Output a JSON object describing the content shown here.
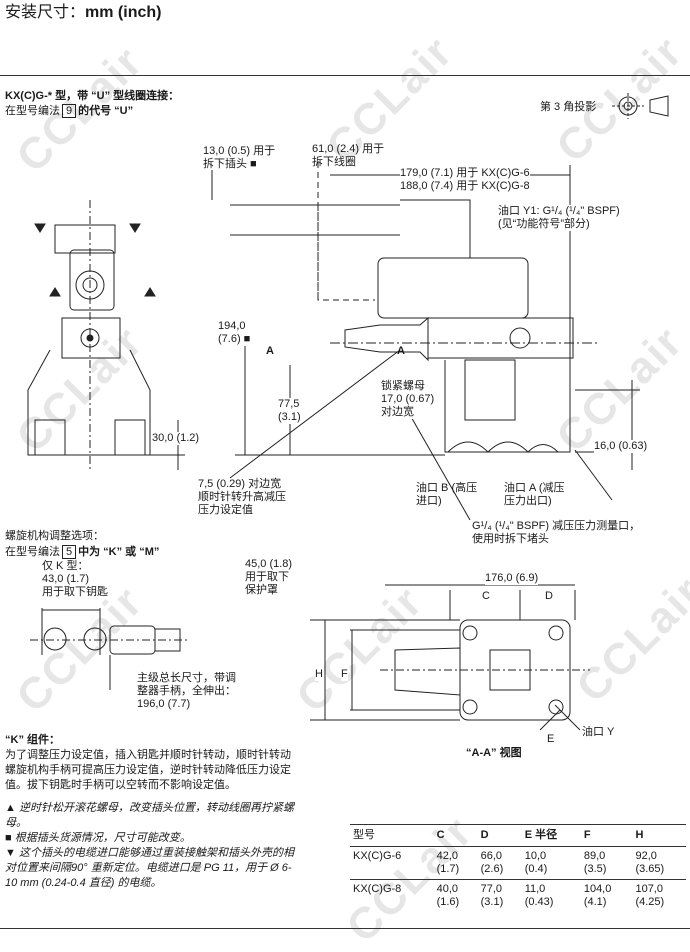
{
  "title": {
    "prefix": "安装尺寸：",
    "unit": "mm (inch)"
  },
  "watermark": "CCLair",
  "header": {
    "line1": "KX(C)G-* 型，带 “U” 型线圈连接：",
    "line2_pre": "在型号编法",
    "line2_box": "9",
    "line2_post": "的代号 “U”"
  },
  "projection": {
    "label": "第 3 角投影"
  },
  "labels": {
    "plug_removal": [
      "13,0 (0.5) 用于",
      "拆下插头 ■"
    ],
    "coil_removal": [
      "61,0 (2.4) 用于",
      "拆下线圈"
    ],
    "length": [
      "179,0 (7.1) 用于 KX(C)G-6",
      "188,0 (7.4) 用于 KX(C)G-8"
    ],
    "port_y1": [
      "油口 Y1: G¹/₄ (¹/₄\" BSPF)",
      "(见“功能符号”部分)"
    ],
    "height": [
      "194,0",
      "(7.6) ■"
    ],
    "section_a": "A",
    "dim_77": [
      "77,5",
      "(3.1)"
    ],
    "dim_30": "30,0 (1.2)",
    "locknut": [
      "锁紧螺母",
      "17,0 (0.67)",
      "对边宽"
    ],
    "dim_16": "16,0 (0.63)",
    "adjust": [
      "7,5 (0.29)  对边宽",
      "顺时针转升高减压",
      "压力设定值"
    ],
    "port_b": [
      "油口 B (高压",
      "进口)"
    ],
    "port_a": [
      "油口 A (减压",
      "压力出口)"
    ],
    "gauge_port": [
      "G¹/₄ (¹/₄\" BSPF) 减压压力测量口，",
      "使用时拆下堵头"
    ],
    "option_title": "螺旋机构调整选项：",
    "option_line_pre": "在型号编法",
    "option_box": "5",
    "option_line_post": "中为 “K” 或 “M”",
    "key_only": [
      "仅 K 型：",
      "43,0 (1.7)",
      "用于取下钥匙"
    ],
    "cover": [
      "45,0 (1.8)",
      "用于取下",
      "保护罩"
    ],
    "overall": [
      "主级总长尺寸，带调",
      "整器手柄，全伸出：",
      "196,0 (7.7)"
    ],
    "dim_176": "176,0 (6.9)",
    "C": "C",
    "D": "D",
    "H": "H",
    "F": "F",
    "E": "E",
    "port_y": "油口 Y",
    "view_aa": "“A-A” 视图"
  },
  "notes": {
    "k_title": "“K” 组件：",
    "k_body": "为了调整压力设定值，插入钥匙并顺时针转动，顺时针转动螺旋机构手柄可提高压力设定值，逆时针转动降低压力设定值。拔下钥匙时手柄可以空转而不影响设定值。",
    "n1": "▲ 逆时针松开滚花螺母，改变插头位置，转动线圈再拧紧螺母。",
    "n2": "■ 根据插头货源情况，尺寸可能改变。",
    "n3": "▼ 这个插头的电缆进口能够通过重装接触架和插头外壳的相对位置来间隔90° 重新定位。电缆进口是 PG 11，用于 Ø 6-10 mm (0.24-0.4 直径) 的电缆。"
  },
  "table": {
    "headers": [
      "型号",
      "C",
      "D",
      "E 半径",
      "F",
      "H"
    ],
    "rows": [
      {
        "model": "KX(C)G-6",
        "cells": [
          [
            "42,0",
            "(1.7)"
          ],
          [
            "66,0",
            "(2.6)"
          ],
          [
            "10,0",
            "(0.4)"
          ],
          [
            "89,0",
            "(3.5)"
          ],
          [
            "92,0",
            "(3.65)"
          ]
        ]
      },
      {
        "model": "KX(C)G-8",
        "cells": [
          [
            "40,0",
            "(1.6)"
          ],
          [
            "77,0",
            "(3.1)"
          ],
          [
            "11,0",
            "(0.43)"
          ],
          [
            "104,0",
            "(4.1)"
          ],
          [
            "107,0",
            "(4.25)"
          ]
        ]
      }
    ]
  }
}
